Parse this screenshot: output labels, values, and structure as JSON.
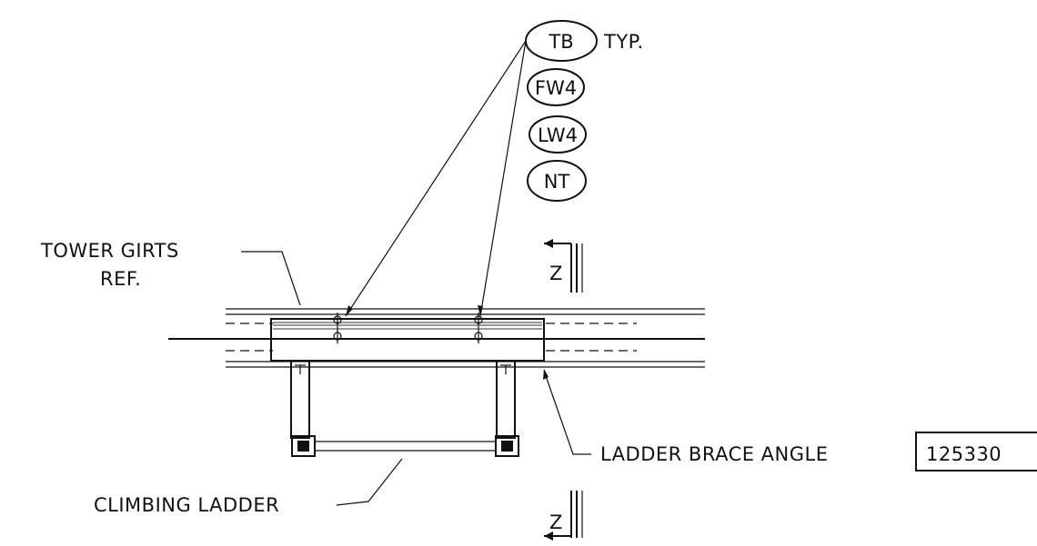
{
  "callouts": [
    {
      "label": "TB",
      "note": "TYP."
    },
    {
      "label": "FW4"
    },
    {
      "label": "LW4"
    },
    {
      "label": "NT"
    }
  ],
  "labels": {
    "tower_girts_line1": "TOWER GIRTS",
    "tower_girts_line2": "REF.",
    "ladder_brace_angle": "LADDER BRACE ANGLE",
    "part_number": "125330",
    "climbing_ladder": "CLIMBING LADDER",
    "section_top": "Z",
    "section_bottom": "Z"
  }
}
